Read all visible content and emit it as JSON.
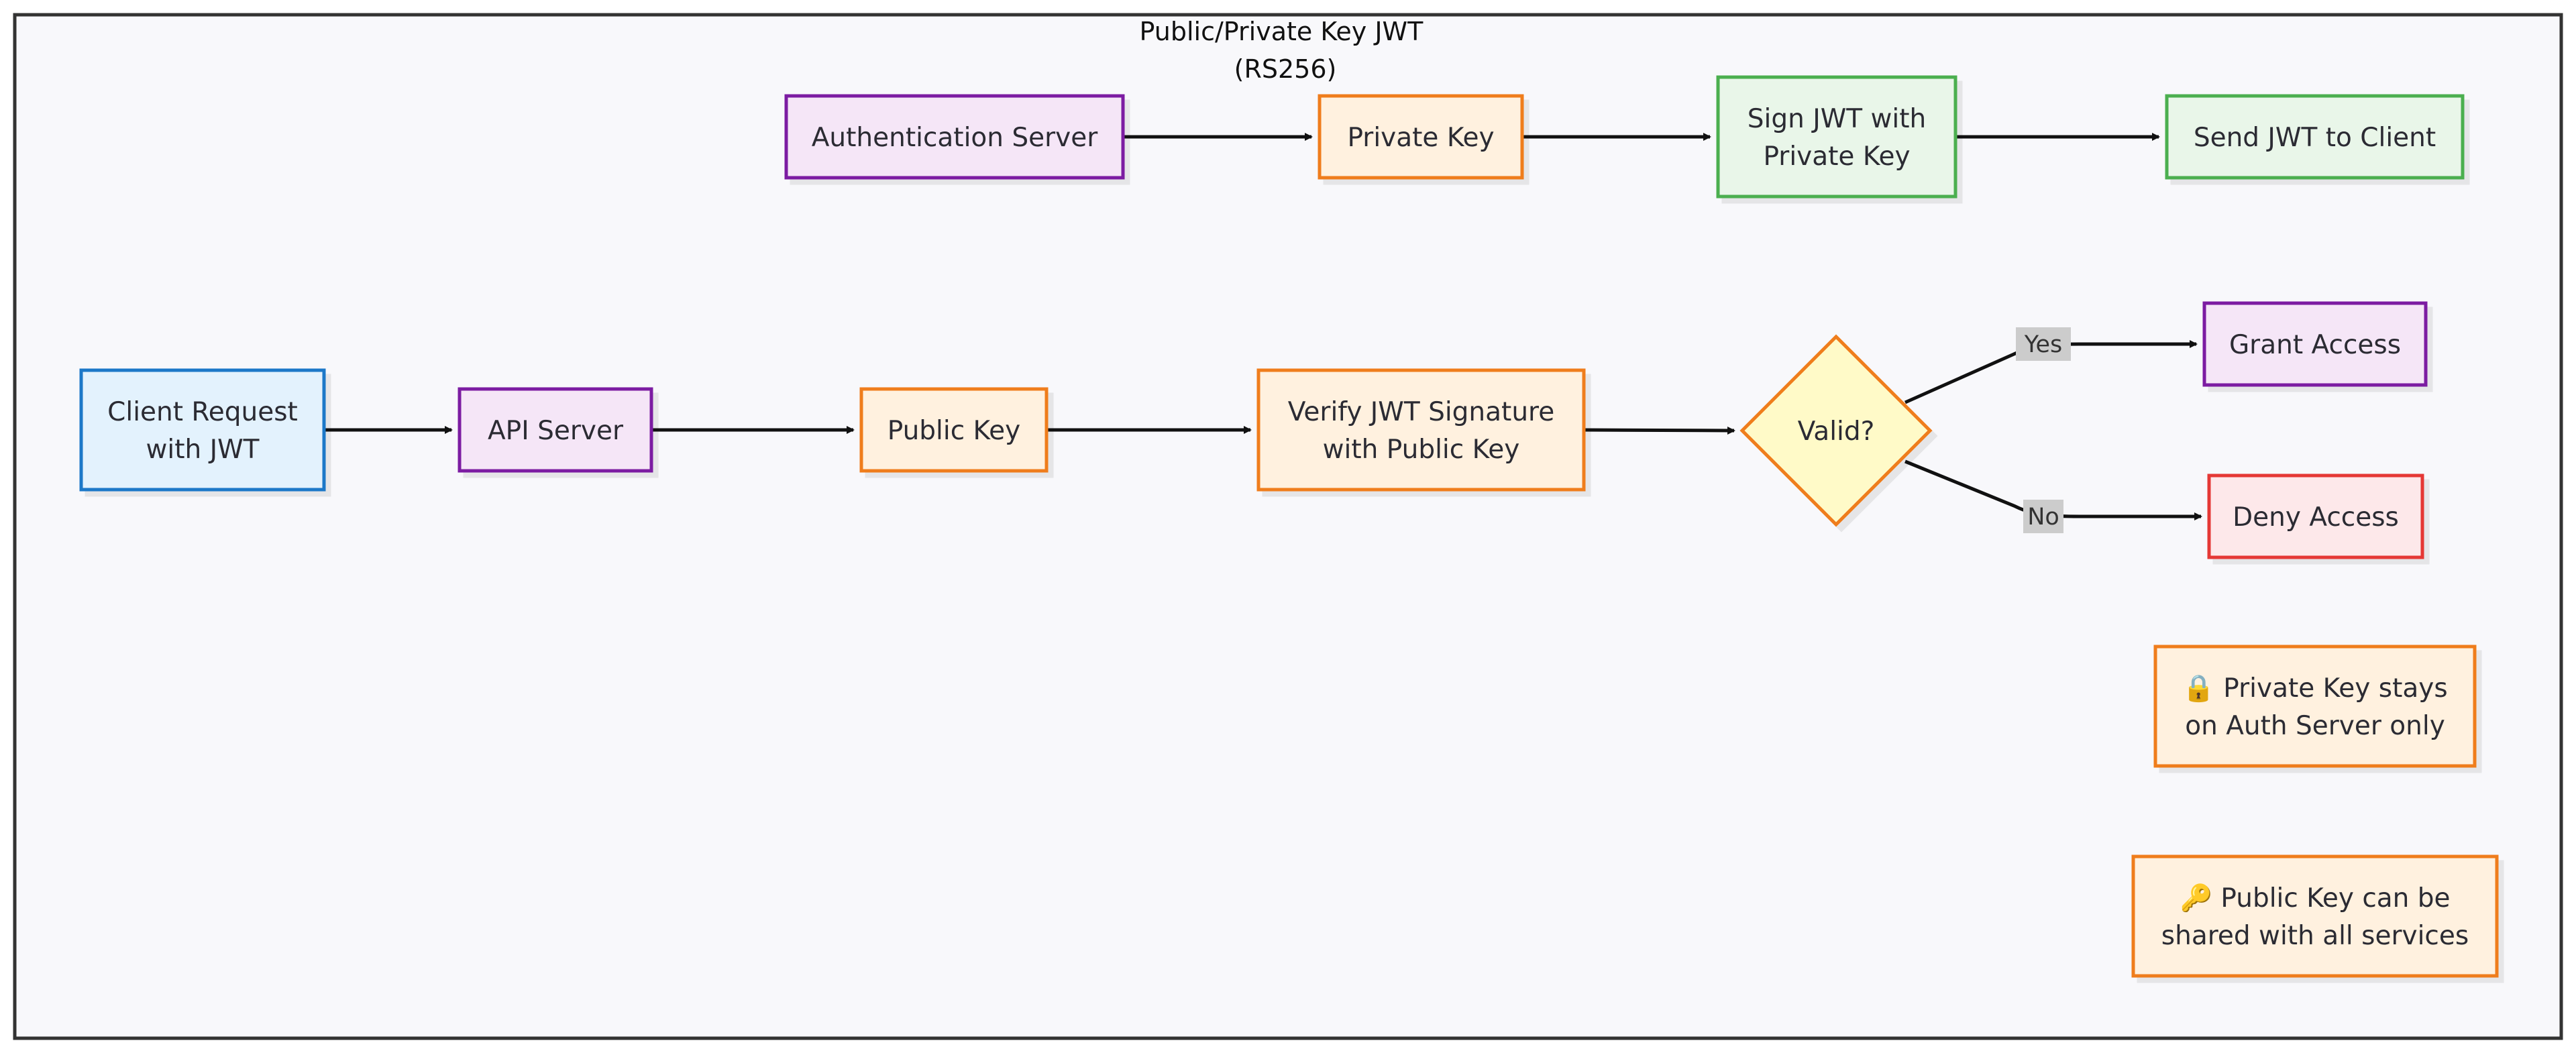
{
  "diagram": {
    "title_lines": [
      "Public/Private Key JWT",
      "(RS256)"
    ],
    "colors": {
      "frame_bg": "#f8f8fb",
      "frame_border": "#333333",
      "edge": "#111111",
      "edge_label_bg": "#cccccc",
      "purple": {
        "fill": "#f5e6f7",
        "stroke": "#7b1fa2"
      },
      "orange": {
        "fill": "#fff1df",
        "stroke": "#ef7d1a"
      },
      "green": {
        "fill": "#e9f6e9",
        "stroke": "#4caf50"
      },
      "blue": {
        "fill": "#e3f2fd",
        "stroke": "#1e78c8"
      },
      "yellow": {
        "fill": "#fffac8",
        "stroke": "#ef7d1a"
      },
      "red": {
        "fill": "#fde8ea",
        "stroke": "#e53935"
      }
    },
    "nodes": [
      {
        "id": "auth_server",
        "lines": [
          "Authentication Server"
        ],
        "style": "purple",
        "shape": "rect"
      },
      {
        "id": "private_key",
        "lines": [
          "Private Key"
        ],
        "style": "orange",
        "shape": "rect"
      },
      {
        "id": "sign_jwt",
        "lines": [
          "Sign JWT with",
          "Private Key"
        ],
        "style": "green",
        "shape": "rect"
      },
      {
        "id": "send_jwt",
        "lines": [
          "Send JWT to Client"
        ],
        "style": "green",
        "shape": "rect"
      },
      {
        "id": "client_request",
        "lines": [
          "Client Request",
          "with JWT"
        ],
        "style": "blue",
        "shape": "rect"
      },
      {
        "id": "api_server",
        "lines": [
          "API Server"
        ],
        "style": "purple",
        "shape": "rect"
      },
      {
        "id": "public_key",
        "lines": [
          "Public Key"
        ],
        "style": "orange",
        "shape": "rect"
      },
      {
        "id": "verify_sig",
        "lines": [
          "Verify JWT Signature",
          "with Public Key"
        ],
        "style": "orange",
        "shape": "rect"
      },
      {
        "id": "valid",
        "lines": [
          "Valid?"
        ],
        "style": "yellow",
        "shape": "diamond"
      },
      {
        "id": "grant_access",
        "lines": [
          "Grant Access"
        ],
        "style": "purple",
        "shape": "rect"
      },
      {
        "id": "deny_access",
        "lines": [
          "Deny Access"
        ],
        "style": "red",
        "shape": "rect"
      },
      {
        "id": "note_private",
        "lines": [
          "🔒 Private Key stays",
          "on Auth Server only"
        ],
        "style": "orange",
        "shape": "rect"
      },
      {
        "id": "note_public",
        "lines": [
          "🔑 Public Key can be",
          "shared with all services"
        ],
        "style": "orange",
        "shape": "rect"
      }
    ],
    "edges": [
      {
        "from": "auth_server",
        "to": "private_key",
        "label": ""
      },
      {
        "from": "private_key",
        "to": "sign_jwt",
        "label": ""
      },
      {
        "from": "sign_jwt",
        "to": "send_jwt",
        "label": ""
      },
      {
        "from": "client_request",
        "to": "api_server",
        "label": ""
      },
      {
        "from": "api_server",
        "to": "public_key",
        "label": ""
      },
      {
        "from": "public_key",
        "to": "verify_sig",
        "label": ""
      },
      {
        "from": "verify_sig",
        "to": "valid",
        "label": ""
      },
      {
        "from": "valid",
        "to": "grant_access",
        "label": "Yes"
      },
      {
        "from": "valid",
        "to": "deny_access",
        "label": "No"
      }
    ]
  }
}
